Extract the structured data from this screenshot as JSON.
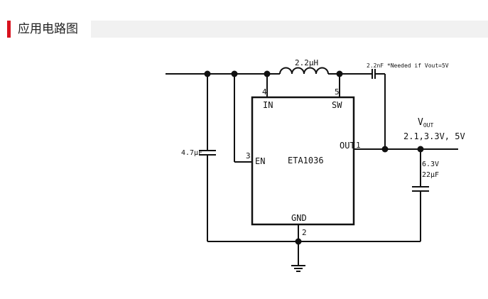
{
  "header": {
    "title": "应用电路图"
  },
  "colors": {
    "accent": "#d9121e",
    "header_bg": "#f1f1f1",
    "wire": "#111111"
  },
  "circuit": {
    "ic": {
      "name": "ETA1036",
      "pins": {
        "in": {
          "number": "4",
          "label": "IN"
        },
        "sw": {
          "number": "5",
          "label": "SW"
        },
        "en": {
          "number": "3",
          "label": "EN"
        },
        "out": {
          "number": "1",
          "label": "OUT"
        },
        "gnd": {
          "number": "2",
          "label": "GND"
        }
      }
    },
    "inductor": {
      "value": "2.2µH"
    },
    "feedforward_cap": {
      "value": "2.2nF *Needed if Vout=5V"
    },
    "input_cap": {
      "value": "4.7µF"
    },
    "output_cap": {
      "voltage": "6.3V",
      "value": "22µF"
    },
    "vout": {
      "label": "V",
      "subscript": "OUT",
      "values": "2.1,3.3V, 5V"
    }
  }
}
